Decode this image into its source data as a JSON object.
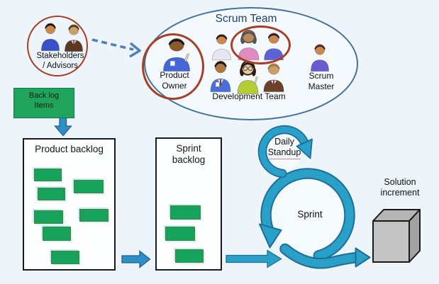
{
  "colors": {
    "bg": "#edf5fa",
    "card_green": "#16a45c",
    "card_border": "#57793a",
    "green_box": "#1fa45c",
    "green_box_border": "#157a42",
    "arrow_blue": "#2e8fc6",
    "arrow_blue_dark": "#265e91",
    "teal": "#28a0c8",
    "teal_dark": "#1f6e96",
    "red_circle": "#a93e26",
    "ellipse_blue": "#41719c",
    "title_blue": "#1f4068",
    "box_border": "#1a1a1a",
    "cube_front": "#c3c3c3",
    "cube_top": "#b5b5b5",
    "cube_right": "#a2a2a2",
    "cube_outline": "#1a1a1a",
    "dashed_blue": "#4f81bd",
    "text": "#111111"
  },
  "stakeholders": {
    "line1": "Stakeholders",
    "line2": "/ Advisors"
  },
  "backlog_items": {
    "line1": "Back log",
    "line2": "Items"
  },
  "scrum_team": {
    "title": "Scrum Team"
  },
  "product_owner": {
    "line1": "Product",
    "line2": "Owner"
  },
  "development_team": {
    "label": "Development Team",
    "member_count": 6
  },
  "scrum_master": {
    "line1": "Scrum",
    "line2": "Master"
  },
  "product_backlog": {
    "title": "Product backlog",
    "item_count": 7
  },
  "sprint_backlog": {
    "line1": "Sprint",
    "line2": "backlog",
    "item_count": 3
  },
  "daily_standup": {
    "line1": "Daily",
    "line2": "Standup"
  },
  "sprint": {
    "label": "Sprint"
  },
  "solution_increment": {
    "line1": "Solution",
    "line2": "increment"
  }
}
